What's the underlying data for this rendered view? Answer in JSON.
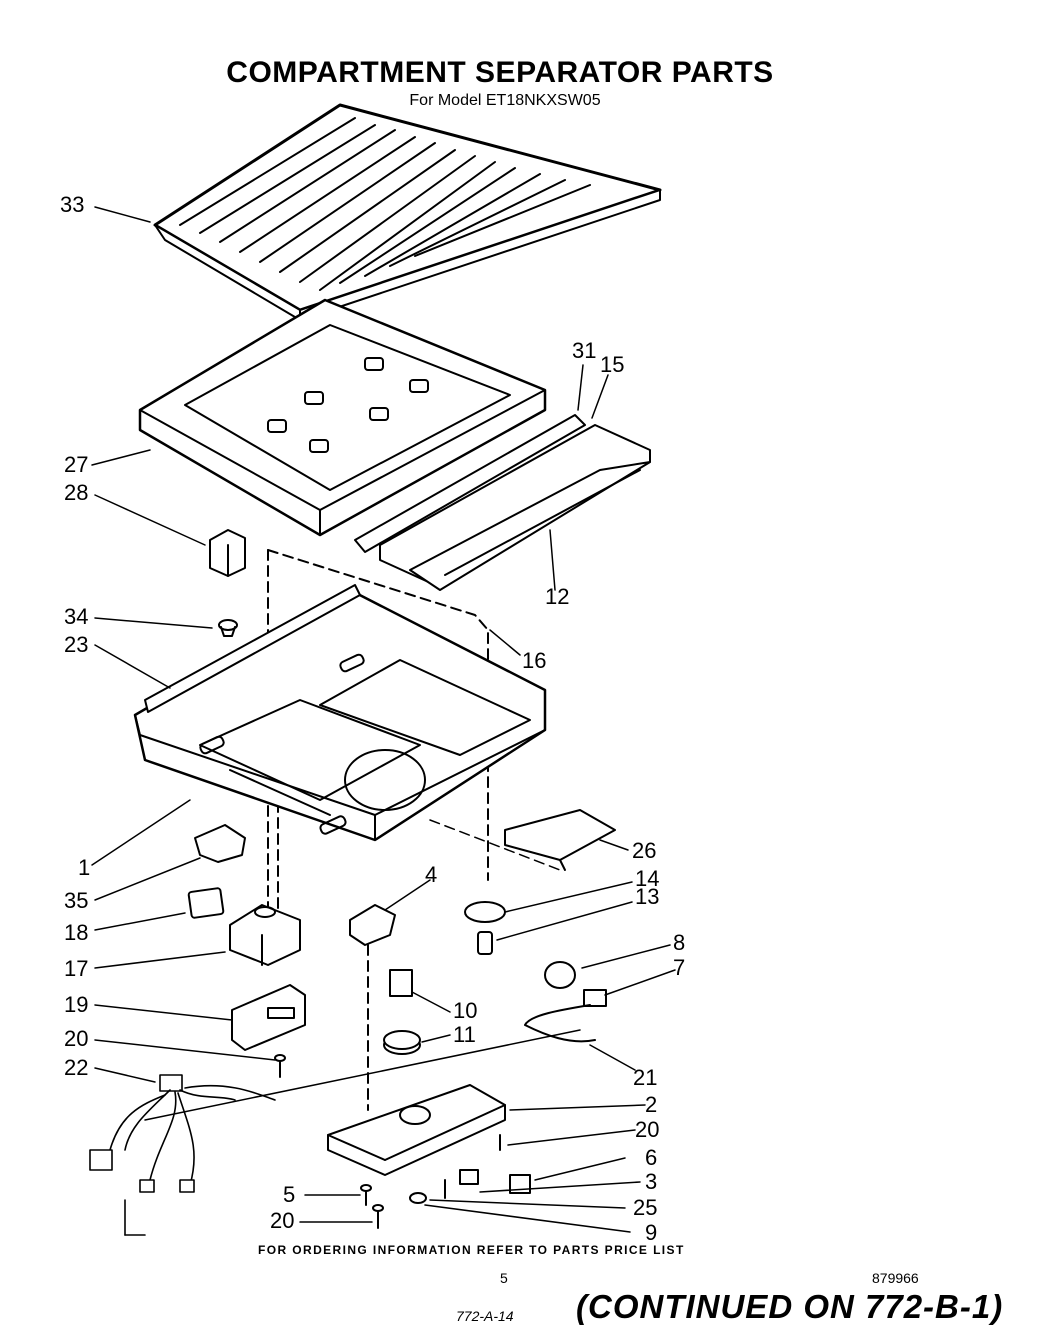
{
  "header": {
    "title": "COMPARTMENT SEPARATOR PARTS",
    "subtitle": "For Model ET18NKXSW05"
  },
  "callouts": [
    "33",
    "31",
    "15",
    "27",
    "28",
    "12",
    "34",
    "23",
    "16",
    "1",
    "26",
    "35",
    "4",
    "14",
    "13",
    "18",
    "8",
    "17",
    "7",
    "19",
    "10",
    "11",
    "20",
    "21",
    "22",
    "2",
    "20",
    "6",
    "3",
    "5",
    "25",
    "20",
    "9"
  ],
  "footer": {
    "ordering_note": "FOR ORDERING INFORMATION REFER TO PARTS PRICE LIST",
    "page_number": "5",
    "document_number": "879966",
    "handwritten_ref": "772-A-14",
    "continued_note": "(CONTINUED ON 772-B-1)"
  }
}
